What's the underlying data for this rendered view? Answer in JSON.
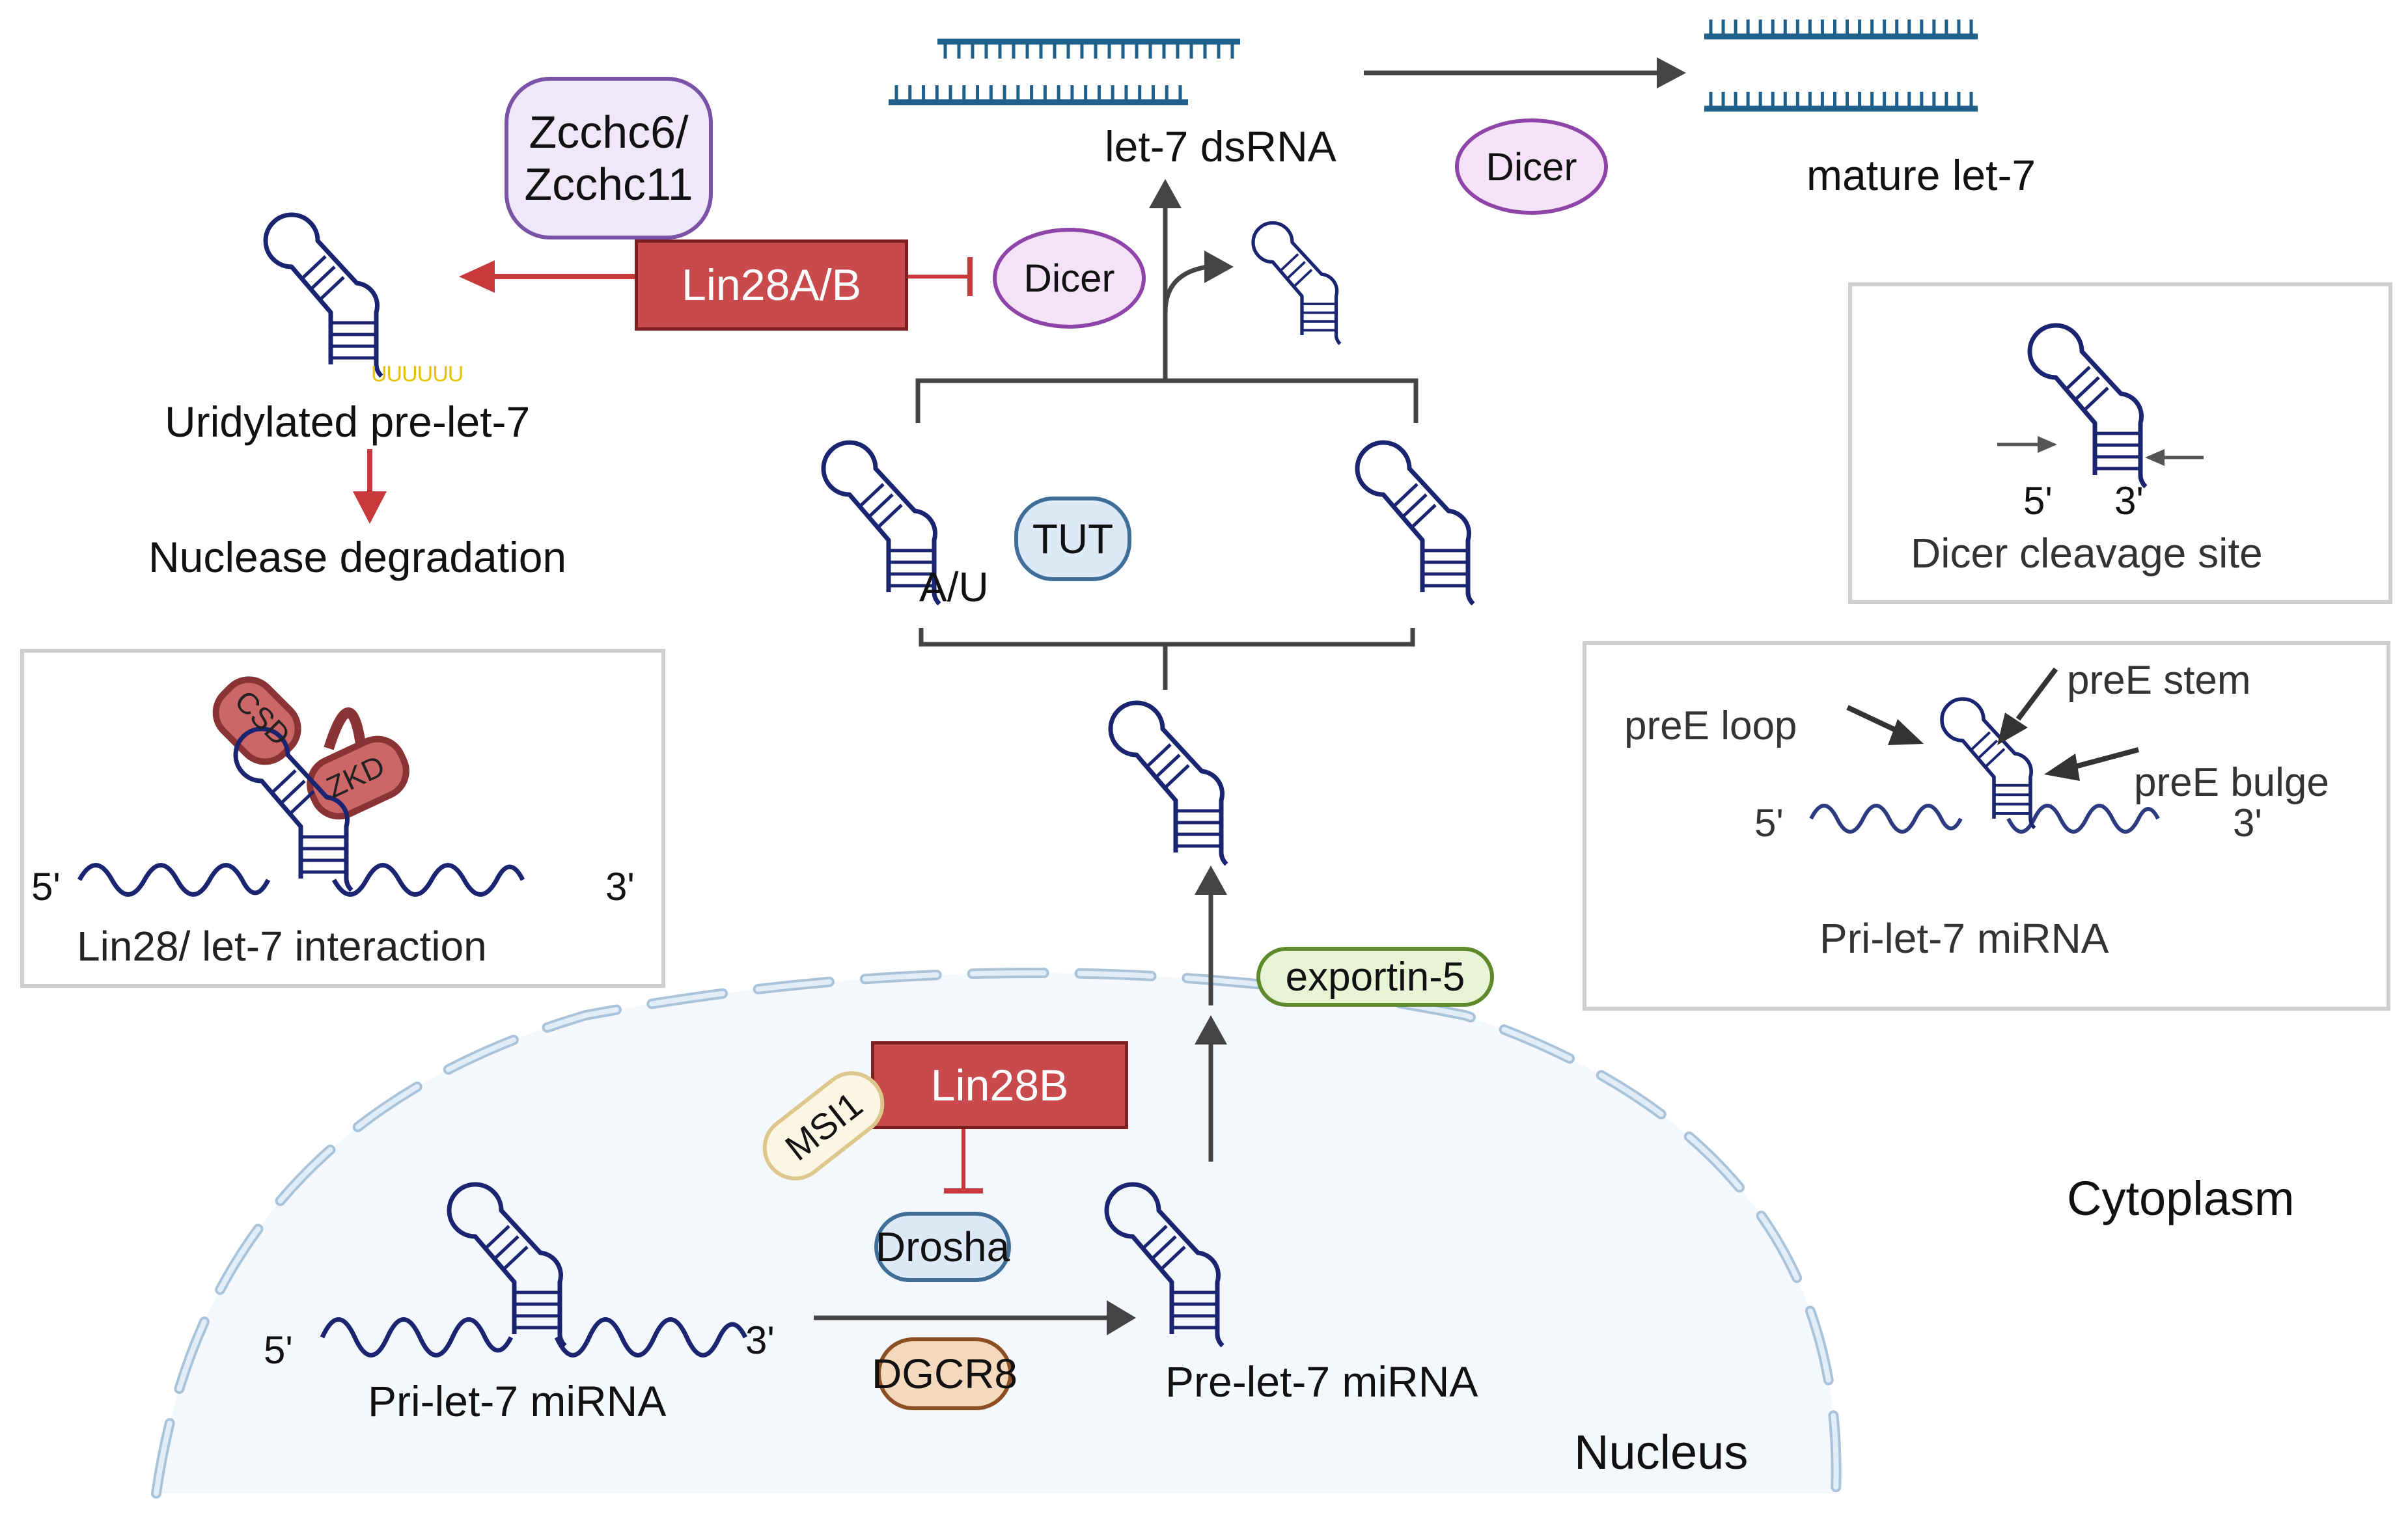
{
  "figure": {
    "compartments": {
      "nucleus": "Nucleus",
      "cytoplasm": "Cytoplasm"
    },
    "colors": {
      "rna": "#1a2470",
      "dsrna": "#1f5f8b",
      "inhibit_red": "#c8393b",
      "lin28_fill": "#c94a4c",
      "arrow_grey": "#444444",
      "nucleus_fill": "#f4f8fd",
      "membrane": "#a9c3db",
      "uridine_tail": "#e6c200"
    },
    "nuclear": {
      "pri_label": "Pri-let-7 miRNA",
      "pri_five": "5'",
      "pri_three": "3'",
      "drosha": "Drosha",
      "dgcr8": "DGCR8",
      "lin28b": "Lin28B",
      "msi1": "MSI1",
      "pre_label": "Pre-let-7 miRNA"
    },
    "export": {
      "exportin": "exportin-5"
    },
    "cytoplasmic": {
      "tut": "TUT",
      "au_label": "A/U",
      "dicer_inhibited": "Dicer",
      "dicer_processing": "Dicer",
      "lin28ab": "Lin28A/B",
      "zcchc_line1": "Zcchc6/",
      "zcchc_line2": "Zcchc11",
      "uridylated_tail": "UUUUUU",
      "uridylated_label": "Uridylated pre-let-7",
      "degradation_label": "Nuclease degradation",
      "dsrna_label": "let-7 dsRNA",
      "mature_label": "mature let-7"
    },
    "insets": {
      "interaction": {
        "title": "Lin28/ let-7 interaction",
        "csd": "CSD",
        "zkd": "ZKD",
        "five": "5'",
        "three": "3'"
      },
      "dicer_site": {
        "title": "Dicer cleavage site",
        "five": "5'",
        "three": "3'"
      },
      "pri_structure": {
        "title": "Pri-let-7 miRNA",
        "loop": "preE loop",
        "stem": "preE stem",
        "bulge": "preE bulge",
        "five": "5'",
        "three": "3'"
      }
    }
  }
}
